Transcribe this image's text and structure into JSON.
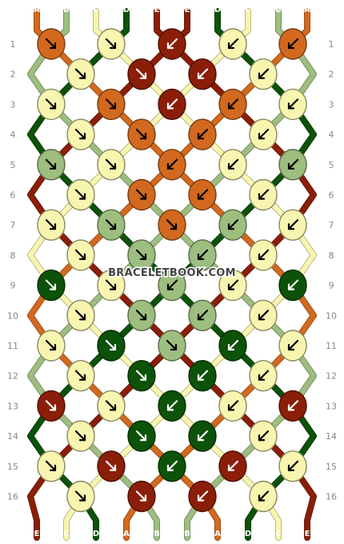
{
  "colors": {
    "A": "#d2691e",
    "B": "#9ebe80",
    "C": "#f8f5b0",
    "D": "#0c5208",
    "E": "#8b1e08"
  },
  "strands": [
    "A",
    "B",
    "C",
    "D",
    "E",
    "E",
    "D",
    "C",
    "B",
    "A"
  ],
  "rows": [
    "1",
    "2",
    "3",
    "4",
    "5",
    "6",
    "7",
    "8",
    "9",
    "10",
    "11",
    "12",
    "13",
    "14",
    "15",
    "16"
  ],
  "watermark": "BRACELETBOOK.COM",
  "knots": [
    [
      "RR",
      "RR",
      "LL",
      "LL",
      "LL"
    ],
    [
      "RR",
      "RR",
      "LL",
      "LL"
    ],
    [
      "RR",
      "RR",
      "LL",
      "LL",
      "LL"
    ],
    [
      "RR",
      "RR",
      "LL",
      "LL"
    ],
    [
      "RR",
      "RR",
      "LL",
      "LL",
      "LL"
    ],
    [
      "RR",
      "RR",
      "LL",
      "LL"
    ],
    [
      "RR",
      "RR",
      "RR",
      "LL",
      "LL"
    ],
    [
      "RR",
      "RR",
      "LL",
      "LL"
    ],
    [
      "RR",
      "RR",
      "LL",
      "LL",
      "LL"
    ],
    [
      "RR",
      "RR",
      "LL",
      "LL"
    ],
    [
      "RR",
      "RR",
      "RR",
      "LL",
      "LL"
    ],
    [
      "RR",
      "RR",
      "LL",
      "LL"
    ],
    [
      "RR",
      "RR",
      "LL",
      "LL",
      "LL"
    ],
    [
      "RR",
      "RR",
      "LL",
      "LL"
    ],
    [
      "RR",
      "RR",
      "LL",
      "LL",
      "LL"
    ],
    [
      "RR",
      "RR",
      "LL",
      "LL"
    ]
  ],
  "knot_colors": [
    [
      "A",
      "C",
      "E",
      "C",
      "A"
    ],
    [
      "C",
      "E",
      "E",
      "C"
    ],
    [
      "C",
      "A",
      "E",
      "A",
      "C"
    ],
    [
      "C",
      "A",
      "A",
      "C"
    ],
    [
      "B",
      "C",
      "A",
      "C",
      "B"
    ],
    [
      "C",
      "A",
      "A",
      "C"
    ],
    [
      "C",
      "B",
      "A",
      "B",
      "C"
    ],
    [
      "C",
      "B",
      "B",
      "C"
    ],
    [
      "D",
      "C",
      "B",
      "C",
      "D"
    ],
    [
      "C",
      "B",
      "B",
      "C"
    ],
    [
      "C",
      "D",
      "B",
      "D",
      "C"
    ],
    [
      "C",
      "D",
      "D",
      "C"
    ],
    [
      "E",
      "C",
      "D",
      "C",
      "E"
    ],
    [
      "C",
      "D",
      "D",
      "C"
    ],
    [
      "C",
      "E",
      "D",
      "E",
      "C"
    ],
    [
      "C",
      "E",
      "E",
      "C"
    ]
  ]
}
